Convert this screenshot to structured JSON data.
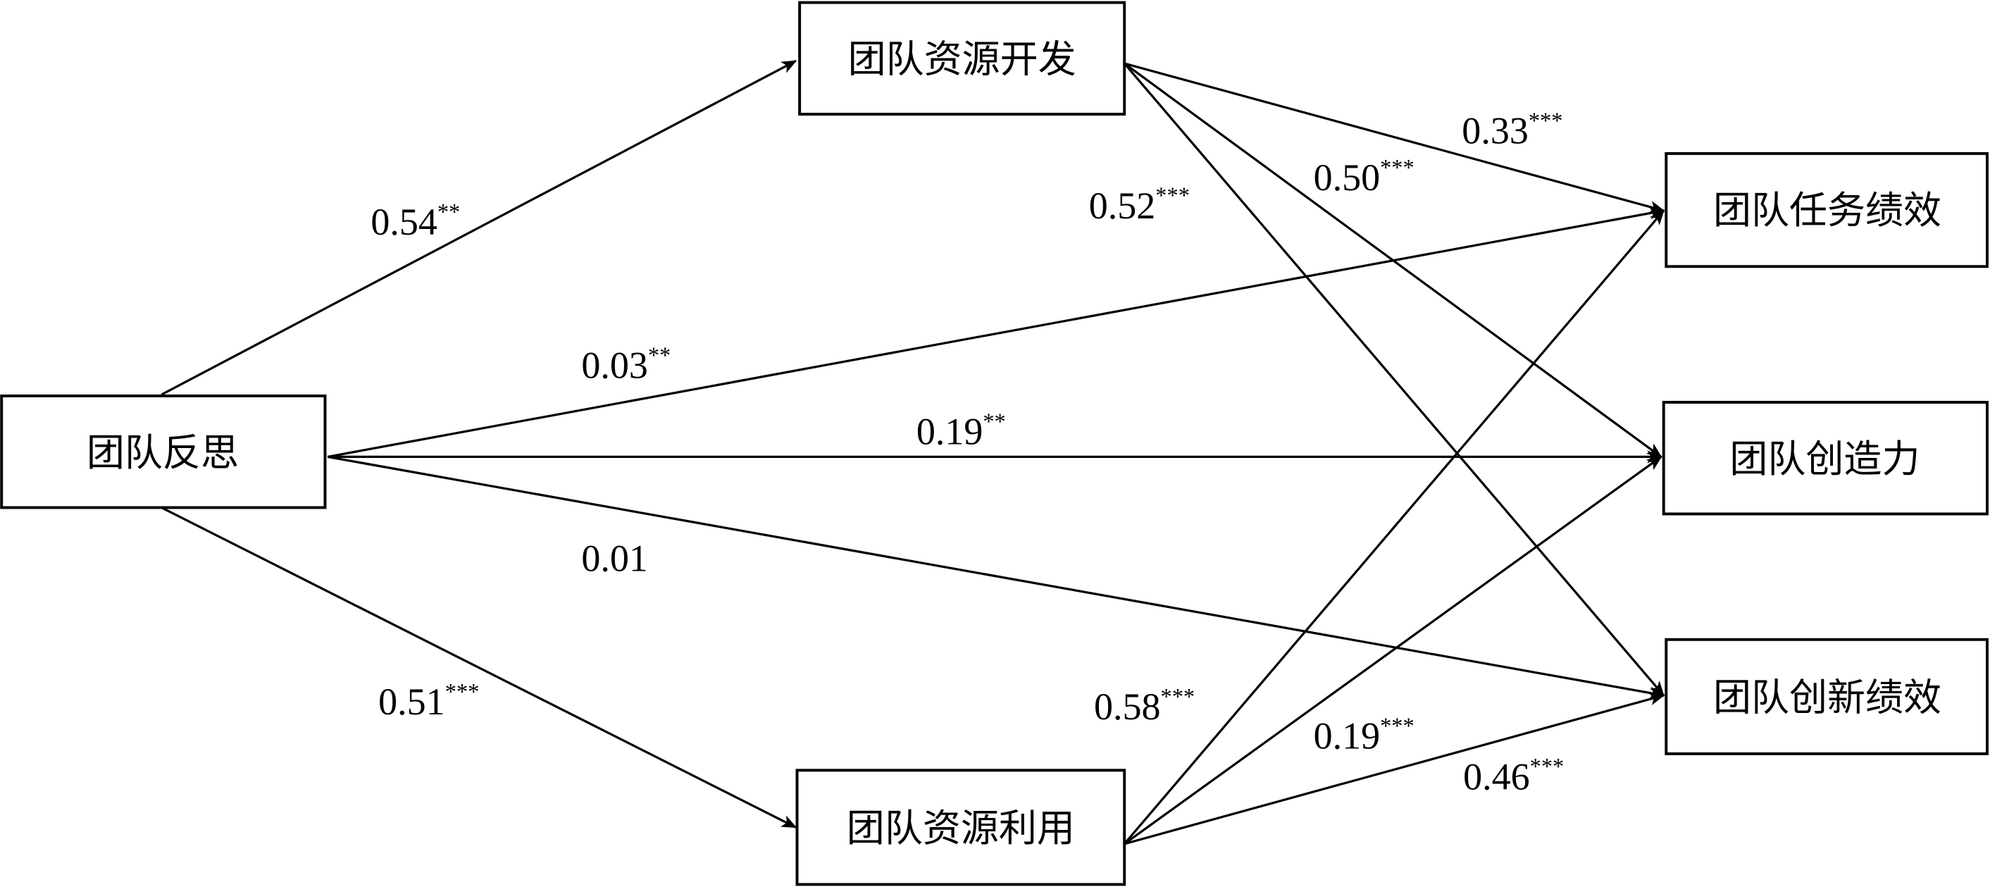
{
  "nodes": {
    "reflection": "团队反思",
    "resource_development": "团队资源开发",
    "resource_utilization": "团队资源利用",
    "task_performance": "团队任务绩效",
    "creativity": "团队创造力",
    "innovation_performance": "团队创新绩效"
  },
  "edges": [
    {
      "from": "reflection",
      "to": "resource_development",
      "coef": "0.54",
      "sig": "**"
    },
    {
      "from": "reflection",
      "to": "resource_utilization",
      "coef": "0.51",
      "sig": "***"
    },
    {
      "from": "reflection",
      "to": "task_performance",
      "coef": "0.03",
      "sig": "**"
    },
    {
      "from": "reflection",
      "to": "creativity",
      "coef": "0.19",
      "sig": "**"
    },
    {
      "from": "reflection",
      "to": "innovation_performance",
      "coef": "0.01",
      "sig": ""
    },
    {
      "from": "resource_development",
      "to": "task_performance",
      "coef": "0.33",
      "sig": "***"
    },
    {
      "from": "resource_development",
      "to": "creativity",
      "coef": "0.50",
      "sig": "***"
    },
    {
      "from": "resource_development",
      "to": "innovation_performance",
      "coef": "0.52",
      "sig": "***"
    },
    {
      "from": "resource_utilization",
      "to": "task_performance",
      "coef": "0.58",
      "sig": "***"
    },
    {
      "from": "resource_utilization",
      "to": "creativity",
      "coef": "0.19",
      "sig": "***"
    },
    {
      "from": "resource_utilization",
      "to": "innovation_performance",
      "coef": "0.46",
      "sig": "***"
    }
  ]
}
